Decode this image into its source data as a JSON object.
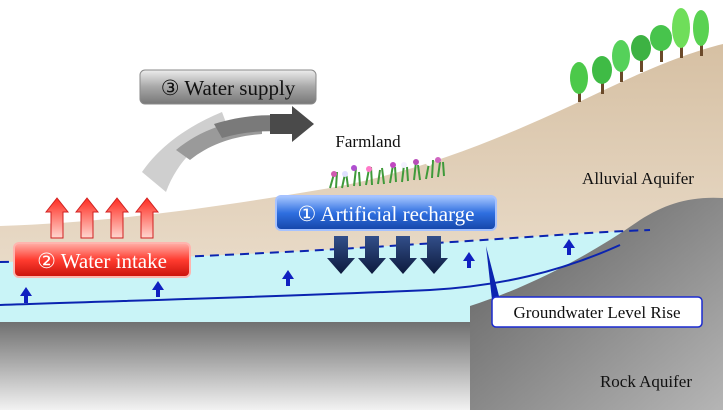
{
  "labels": {
    "water_supply": "③ Water supply",
    "farmland": "Farmland",
    "alluvial_aquifer": "Alluvial Aquifer",
    "artificial_recharge": "① Artificial recharge",
    "water_intake": "② Water intake",
    "groundwater_level_rise": "Groundwater Level Rise",
    "rock_aquifer": "Rock Aquifer"
  },
  "colors": {
    "sky": "#ffffff",
    "soil": "#e9d8c0",
    "hill": "#d8c3a6",
    "water": "#c9f3f7",
    "rock": "#9a9a9a",
    "water_level": "#0b24b0",
    "intake_red": "#e83a3a",
    "recharge_blue": "#2f6fd6",
    "supply_gray": "#8a8a8a",
    "down_arrow": "#1d2f5c"
  },
  "icons": [
    "tree-icon",
    "flower-icon",
    "up-arrow-icon",
    "down-arrow-icon",
    "curved-arrow-icon"
  ]
}
